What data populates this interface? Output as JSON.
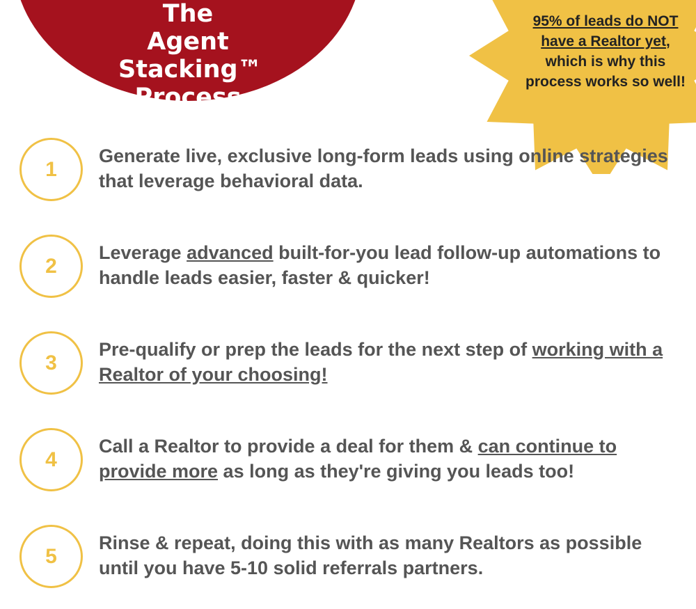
{
  "colors": {
    "red": "#a5121e",
    "gold": "#f0c145",
    "text": "#555555"
  },
  "hero": {
    "title_lines": [
      "The Agent",
      "Stacking™",
      "Process"
    ]
  },
  "callout": {
    "underlined": "95% of leads do NOT have a Realtor yet",
    "rest": ", which is why this process works so well!"
  },
  "steps": [
    {
      "number": "1",
      "parts": [
        "Generate live, exclusive long-form leads using online strategies that leverage behavioral data."
      ]
    },
    {
      "number": "2",
      "parts": [
        "Leverage ",
        "advanced",
        " built-for-you lead follow-up automations to handle leads easier, faster & quicker!"
      ]
    },
    {
      "number": "3",
      "parts": [
        "Pre-qualify or prep the leads for the next step of ",
        "working with a Realtor of your choosing!"
      ]
    },
    {
      "number": "4",
      "parts": [
        "Call a Realtor to provide a deal for them & ",
        "can continue to provide more",
        " as long as they're giving you leads too!"
      ]
    },
    {
      "number": "5",
      "parts": [
        "Rinse & repeat, doing this with as many Realtors as possible until you have 5-10 solid referrals partners."
      ]
    }
  ]
}
